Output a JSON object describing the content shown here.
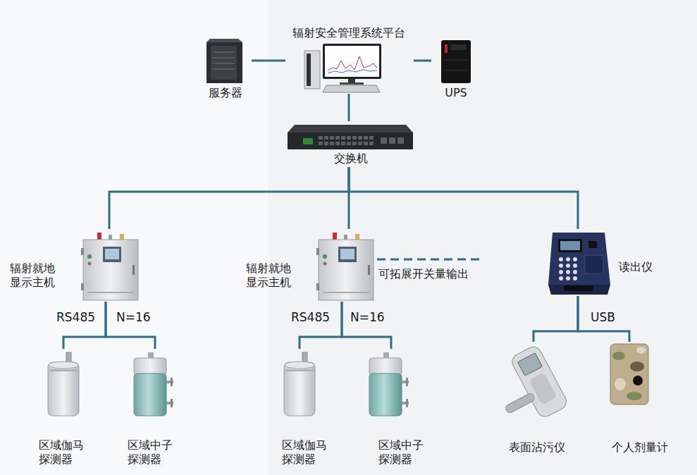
{
  "diagram": {
    "nodes": [
      {
        "text": [
          "辐射安全管理系统平台"
        ]
      },
      {
        "text": [
          "服务器"
        ]
      },
      {
        "text": [
          "UPS"
        ]
      },
      {
        "text": [
          "交换机"
        ]
      },
      {
        "text": [
          "辐射就地 显示主机"
        ]
      },
      {
        "text": [
          "辐射就地 显示主机"
        ]
      },
      {
        "text": [
          "读出仪"
        ]
      },
      {
        "text": [
          "区域伽马 探测器"
        ]
      },
      {
        "text": [
          "区域中子 探测器"
        ]
      },
      {
        "text": [
          "区域伽马 探测器"
        ]
      },
      {
        "text": [
          "区域中子 探测器"
        ]
      },
      {
        "text": [
          "表面沾污仪"
        ]
      },
      {
        "text": [
          "个人剂量计"
        ]
      }
    ],
    "edges": [
      {
        "from": 0,
        "to": 1,
        "arrow": "none"
      },
      {
        "from": 0,
        "to": 2,
        "arrow": "none"
      },
      {
        "from": 0,
        "to": 3,
        "arrow": "none"
      },
      {
        "from": 3,
        "to": 4,
        "arrow": "none"
      },
      {
        "from": 3,
        "to": 5,
        "arrow": "none"
      },
      {
        "from": 3,
        "to": 6,
        "arrow": "none"
      },
      {
        "from": 4,
        "to": 7,
        "arrow": "none"
      },
      {
        "from": 4,
        "to": 8,
        "arrow": "none"
      },
      {
        "from": 5,
        "to": 9,
        "arrow": "none"
      },
      {
        "from": 5,
        "to": 10,
        "arrow": "none"
      },
      {
        "from": 6,
        "to": 11,
        "arrow": "none"
      },
      {
        "from": 6,
        "to": 12,
        "arrow": "none"
      }
    ],
    "labels": [
      "可拓展开关量输出",
      "RS485",
      "N=16",
      "RS485",
      "N=16",
      "USB"
    ]
  }
}
